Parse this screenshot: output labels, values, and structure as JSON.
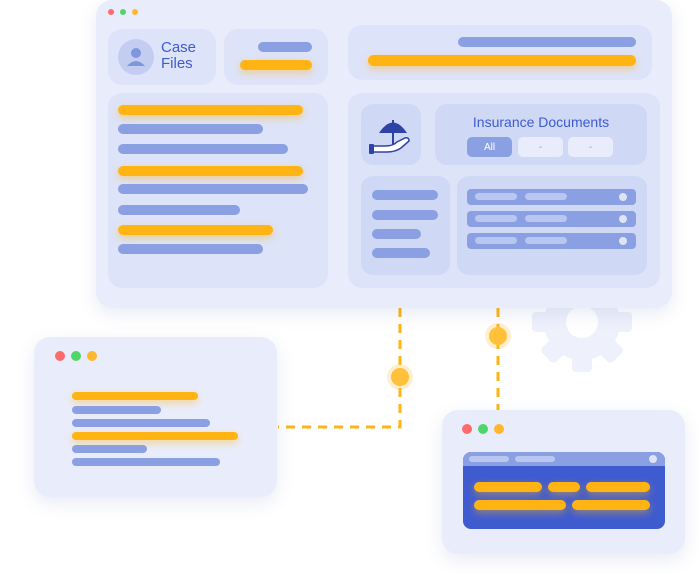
{
  "colors": {
    "accent": "#ffb414",
    "primary": "#3f5bd0",
    "dot_red": "#ff6b6b",
    "dot_green": "#4fd66b",
    "dot_yellow": "#ffb72e"
  },
  "header": {
    "title": "Case Files",
    "avatar_icon": "user-icon"
  },
  "insurance": {
    "title": "Insurance Documents",
    "icon": "umbrella-hand-icon",
    "filters": [
      "All",
      "-",
      "-"
    ],
    "active_filter": "All"
  },
  "background_icon": "gear-icon"
}
